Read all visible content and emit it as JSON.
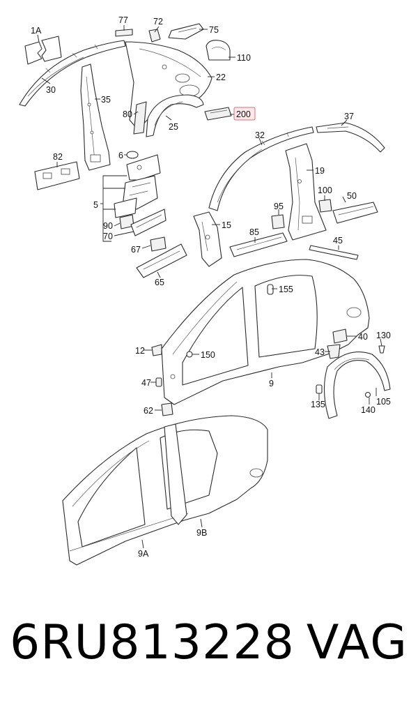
{
  "diagram": {
    "highlight_color": "#e36b7a",
    "callouts": [
      {
        "id": "c77",
        "text": "77"
      },
      {
        "id": "c72",
        "text": "72"
      },
      {
        "id": "c75",
        "text": "75"
      },
      {
        "id": "c1A",
        "text": "1A"
      },
      {
        "id": "c110",
        "text": "110"
      },
      {
        "id": "c22",
        "text": "22"
      },
      {
        "id": "c30",
        "text": "30"
      },
      {
        "id": "c35",
        "text": "35"
      },
      {
        "id": "c80",
        "text": "80"
      },
      {
        "id": "c25",
        "text": "25"
      },
      {
        "id": "c200",
        "text": "200",
        "highlighted": true
      },
      {
        "id": "c37",
        "text": "37"
      },
      {
        "id": "c32",
        "text": "32"
      },
      {
        "id": "c82",
        "text": "82"
      },
      {
        "id": "c6",
        "text": "6"
      },
      {
        "id": "c19",
        "text": "19"
      },
      {
        "id": "c100",
        "text": "100"
      },
      {
        "id": "c50",
        "text": "50"
      },
      {
        "id": "c5",
        "text": "5"
      },
      {
        "id": "c95",
        "text": "95"
      },
      {
        "id": "c90",
        "text": "90"
      },
      {
        "id": "c15",
        "text": "15"
      },
      {
        "id": "c85",
        "text": "85"
      },
      {
        "id": "c70",
        "text": "70"
      },
      {
        "id": "c45",
        "text": "45"
      },
      {
        "id": "c67",
        "text": "67"
      },
      {
        "id": "c65",
        "text": "65"
      },
      {
        "id": "c155",
        "text": "155"
      },
      {
        "id": "c130",
        "text": "130"
      },
      {
        "id": "c40",
        "text": "40"
      },
      {
        "id": "c12",
        "text": "12"
      },
      {
        "id": "c150",
        "text": "150"
      },
      {
        "id": "c43",
        "text": "43"
      },
      {
        "id": "c9",
        "text": "9"
      },
      {
        "id": "c47",
        "text": "47"
      },
      {
        "id": "c135",
        "text": "135"
      },
      {
        "id": "c105",
        "text": "105"
      },
      {
        "id": "c140",
        "text": "140"
      },
      {
        "id": "c62",
        "text": "62"
      },
      {
        "id": "c9B",
        "text": "9B"
      },
      {
        "id": "c9A",
        "text": "9A"
      }
    ]
  },
  "footer": {
    "part_number": "6RU813228",
    "brand": "VAG"
  }
}
